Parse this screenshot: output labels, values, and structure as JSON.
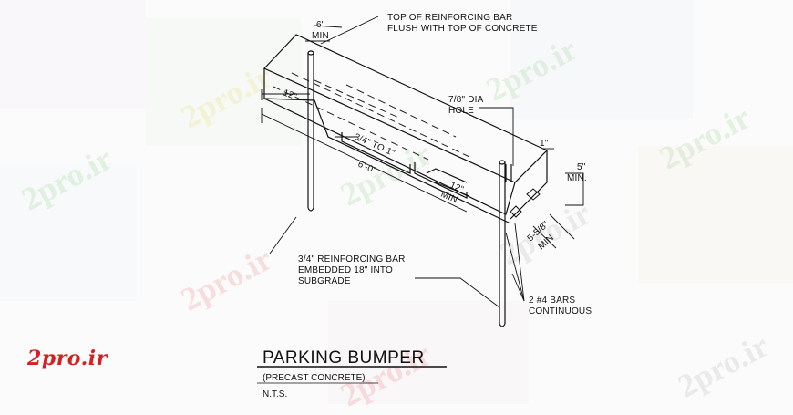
{
  "watermark": {
    "text": "2pro.ir",
    "logo_text": "2pro.ir",
    "logo_color": "#d42020"
  },
  "drawing": {
    "annotations": {
      "top_bar": "TOP OF REINFORCING BAR",
      "top_bar_2": "FLUSH WITH TOP OF CONCRETE",
      "hole": "7/8\" DIA",
      "hole_2": "HOLE",
      "dim_6_min_a": "6\"",
      "dim_6_min_b": "MIN",
      "dim_12": "12\"",
      "dim_34_to_1": "3/4\" TO 1\"",
      "dim_6ft": "6'-0\"",
      "dim_12_min_a": "12\"",
      "dim_12_min_b": "MIN",
      "dim_1": "1\"",
      "dim_5_a": "5\"",
      "dim_5_b": "MIN.",
      "dim_558_a": "5-5/8\"",
      "dim_558_b": "MIN",
      "rebar": "3/4\" REINFORCING BAR",
      "rebar_2": "EMBEDDED 18\" INTO",
      "rebar_3": "SUBGRADE",
      "bars": "2 #4 BARS",
      "bars_2": "CONTINUOUS"
    },
    "title": "PARKING BUMPER",
    "subtitle": "(PRECAST CONCRETE)",
    "scale_note": "N.T.S."
  }
}
